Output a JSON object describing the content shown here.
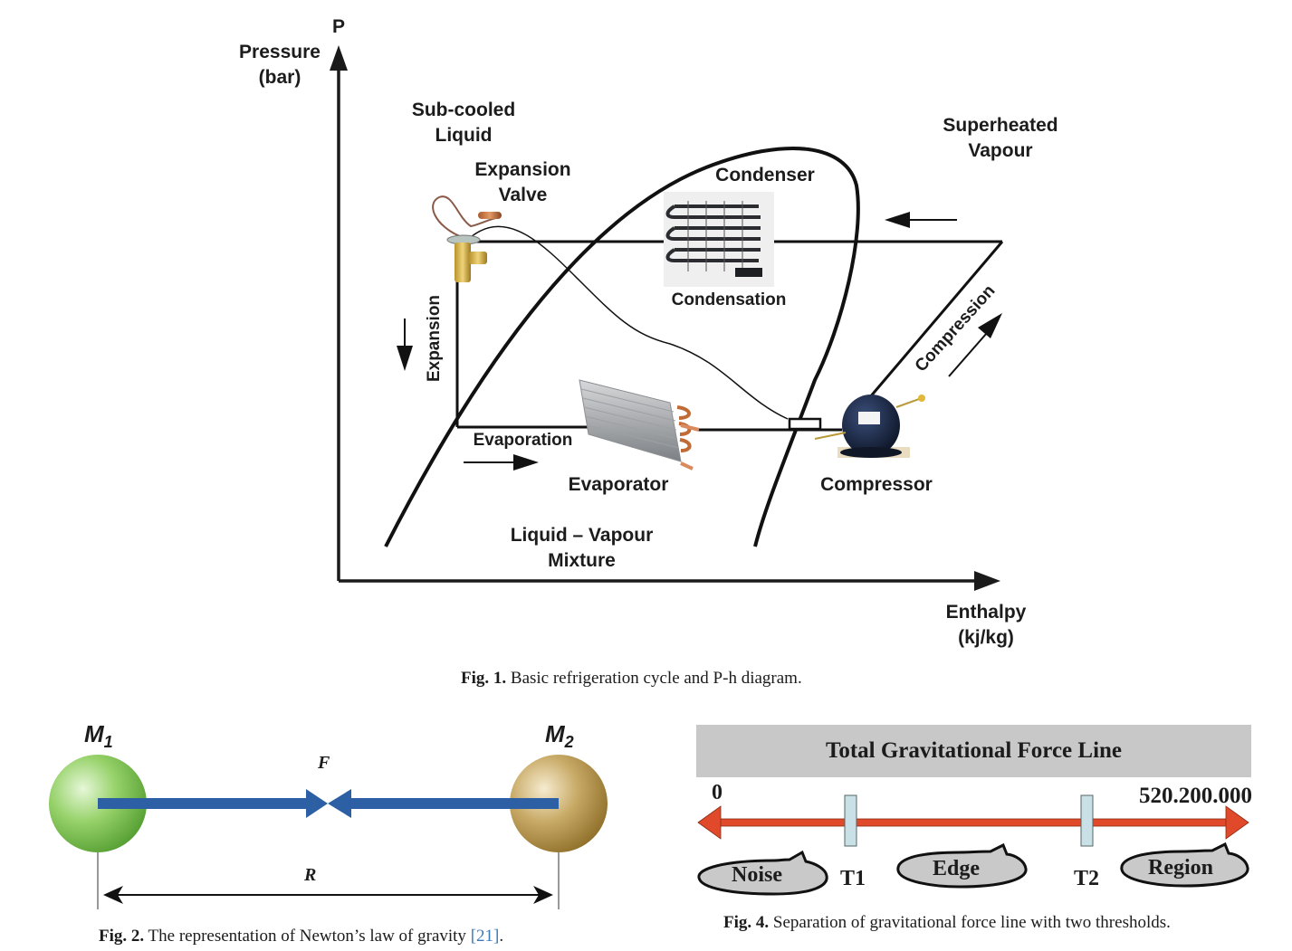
{
  "figures": [
    {
      "id": "fig1",
      "caption_label": "Fig. 1.",
      "caption_text": " Basic refrigeration cycle and P-h diagram.",
      "y_axis": {
        "symbol": "P",
        "label_line1": "Pressure",
        "label_line2": "(bar)"
      },
      "x_axis": {
        "label_line1": "Enthalpy",
        "label_line2": "(kj/kg)"
      },
      "regions": {
        "subcooled_line1": "Sub-cooled",
        "subcooled_line2": "Liquid",
        "superheated_line1": "Superheated",
        "superheated_line2": "Vapour",
        "mixture_line1": "Liquid – Vapour",
        "mixture_line2": "Mixture"
      },
      "components": {
        "expansion_valve_line1": "Expansion",
        "expansion_valve_line2": "Valve",
        "condenser": "Condenser",
        "evaporator": "Evaporator",
        "compressor": "Compressor"
      },
      "processes": {
        "condensation": "Condensation",
        "expansion": "Expansion",
        "evaporation": "Evaporation",
        "compression": "Compression"
      }
    },
    {
      "id": "fig2",
      "caption_label": "Fig. 2.",
      "caption_text": " The representation of Newton’s law of gravity ",
      "caption_ref": "[21]",
      "caption_end": ".",
      "mass1": {
        "letter": "M",
        "sub": "1",
        "color": "#7cc251"
      },
      "mass2": {
        "letter": "M",
        "sub": "2",
        "color": "#b89a52"
      },
      "force_label": "F",
      "distance_label": "R",
      "force_color": "#2c5fa3"
    },
    {
      "id": "fig4",
      "caption_label": "Fig. 4.",
      "caption_text": " Separation of gravitational force line with two thresholds.",
      "title": "Total Gravitational Force Line",
      "min_label": "0",
      "max_label": "520.200.000",
      "line_color": "#e04a2a",
      "thresholds": [
        {
          "label": "T1"
        },
        {
          "label": "T2"
        }
      ],
      "classes": [
        {
          "label": "Noise"
        },
        {
          "label": "Edge"
        },
        {
          "label": "Region"
        }
      ]
    }
  ]
}
